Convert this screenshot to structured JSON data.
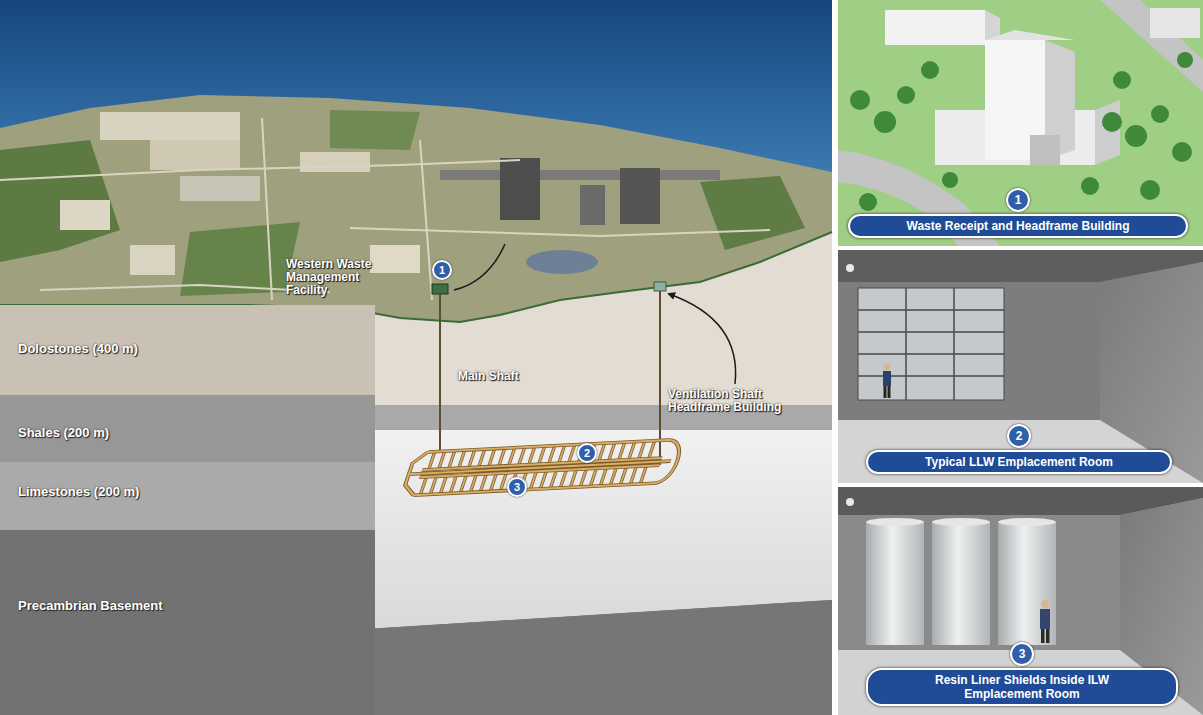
{
  "diagram": {
    "nodes": [
      {
        "text": [
          "Dolostones (400 m)"
        ]
      },
      {
        "text": [
          "Shales (200 m)"
        ]
      },
      {
        "text": [
          "Limestones (200 m)"
        ]
      },
      {
        "text": [
          "Precambrian Basement"
        ]
      },
      {
        "text": [
          "1"
        ]
      },
      {
        "text": [
          "2"
        ]
      },
      {
        "text": [
          "3"
        ]
      },
      {
        "text": [
          "Waste Receipt and Headframe Building"
        ]
      },
      {
        "text": [
          "1"
        ],
        "in": 7
      },
      {
        "text": [
          "Typical LLW Emplacement Room"
        ]
      },
      {
        "text": [
          "2"
        ],
        "in": 9
      },
      {
        "text": [
          "Resin Liner Shields Inside ILW Emplacement Room"
        ]
      },
      {
        "text": [
          "3"
        ],
        "in": 11
      }
    ],
    "labels": [
      "Western Waste Management Facility",
      "Main Shaft",
      "Ventilation Shaft Headframe Building"
    ]
  }
}
